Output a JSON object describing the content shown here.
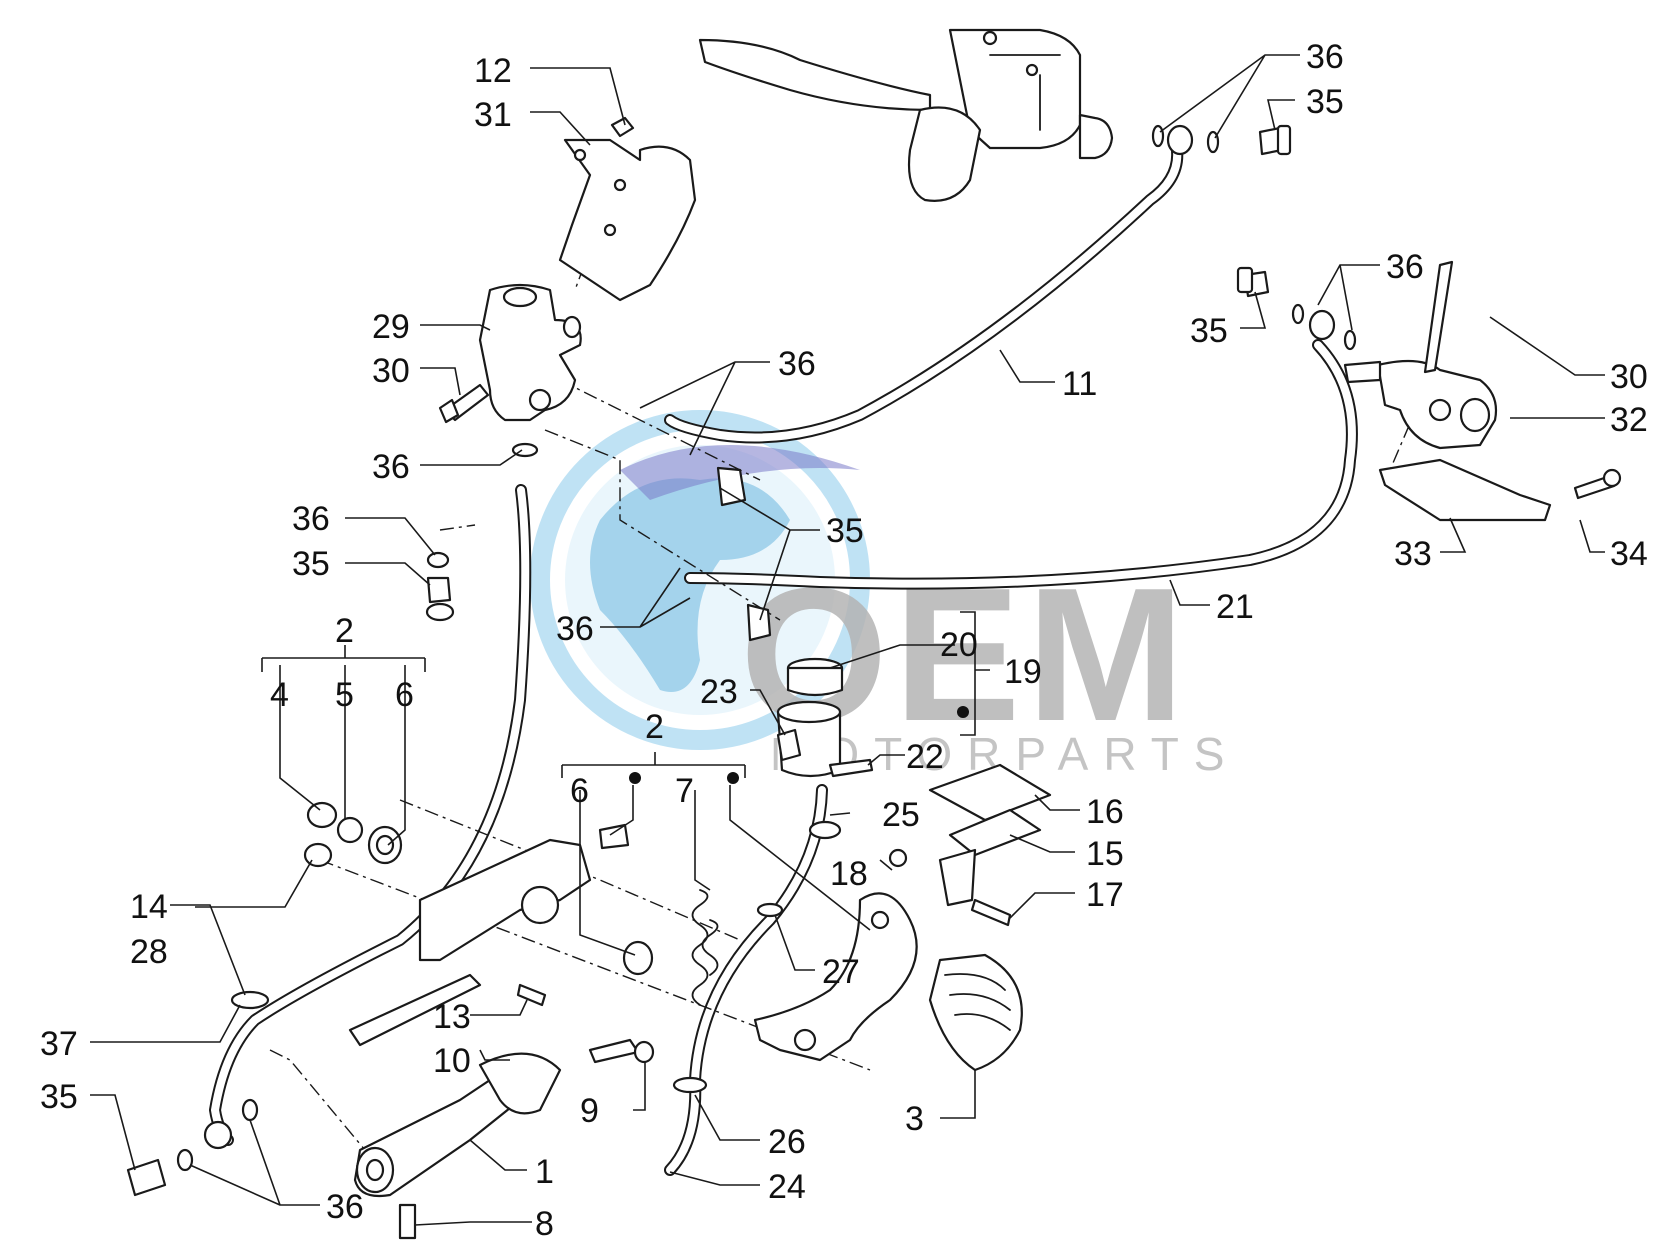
{
  "watermark": {
    "logo": "OEM",
    "sub": "MOTORPARTS",
    "globe_color": "#86c5e6",
    "ring_color": "#a9d8f0",
    "swoosh_color": "#7a7ac8",
    "text_color": "#b4b4b4"
  },
  "callouts": {
    "c1": "1",
    "c2a": "2",
    "c2b": "2",
    "c3": "3",
    "c4": "4",
    "c5": "5",
    "c6a": "6",
    "c6b": "6",
    "c7": "7",
    "c8": "8",
    "c9": "9",
    "c10": "10",
    "c11": "11",
    "c12": "12",
    "c13": "13",
    "c14": "14",
    "c15": "15",
    "c16": "16",
    "c17": "17",
    "c18": "18",
    "c19": "19",
    "c20": "20",
    "c21": "21",
    "c22": "22",
    "c23": "23",
    "c24": "24",
    "c25": "25",
    "c26": "26",
    "c27": "27",
    "c28": "28",
    "c29": "29",
    "c30a": "30",
    "c30b": "30",
    "c31": "31",
    "c32": "32",
    "c33": "33",
    "c34": "34",
    "c35a": "35",
    "c35b": "35",
    "c35c": "35",
    "c35d": "35",
    "c35e": "35",
    "c36a": "36",
    "c36b": "36",
    "c36c": "36",
    "c36d": "36",
    "c36e": "36",
    "c36f": "36",
    "c36g": "36",
    "c37": "37"
  }
}
